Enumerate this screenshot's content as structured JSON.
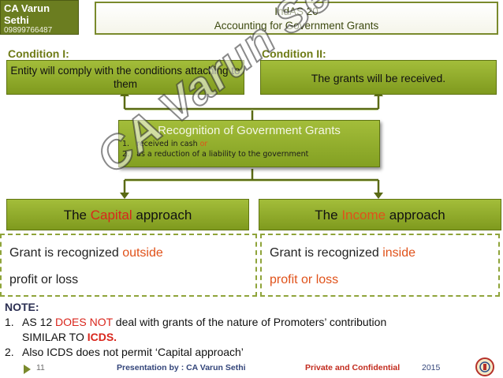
{
  "logo": {
    "name_line1": "CA Varun",
    "name_line2": "Sethi",
    "phone": "09899766487"
  },
  "title": {
    "line1": "IndAS 20",
    "line2": "Accounting for Government Grants"
  },
  "condition1": {
    "label": "Condition I:",
    "text": "Entity will comply with the conditions attaching to them"
  },
  "condition2": {
    "label": "Condition II:",
    "text": "The grants will be received."
  },
  "recognition": {
    "heading": "Recognition of Government Grants",
    "item1_num": "1.",
    "item1_text": "received in cash ",
    "item1_or": "or",
    "item2_num": "2.",
    "item2_text": "as a reduction of a liability to the government"
  },
  "capital": {
    "prefix": "The ",
    "highlight": "Capital",
    "suffix": " approach"
  },
  "income": {
    "prefix": "The ",
    "highlight": "Income",
    "suffix": " approach"
  },
  "outside": {
    "prefix": "Grant is recognized ",
    "highlight": "outside",
    "line2": "profit or loss"
  },
  "inside": {
    "prefix": "Grant is recognized ",
    "highlight": "inside",
    "line2": "profit or loss"
  },
  "note": {
    "label": "NOTE:",
    "item1_num": "1.",
    "item1_a": "AS 12 ",
    "item1_red": "DOES NOT",
    "item1_b": " deal with grants of the nature of Promoters’ contribution",
    "item1_c": "SIMILAR TO ",
    "item1_red2": "ICDS.",
    "item2_num": "2.",
    "item2_text": "Also ICDS does not permit ‘Capital approach’"
  },
  "footer": {
    "page": "11",
    "presentation": "Presentation by : CA Varun Sethi",
    "private": "Private and Confidential",
    "year": "2015"
  },
  "watermark": "CA Varun Sethi",
  "colors": {
    "accent_green": "#7f9a1e",
    "highlight_orange": "#e0521a",
    "highlight_red": "#d9261c",
    "footer_blue": "#33457a"
  }
}
